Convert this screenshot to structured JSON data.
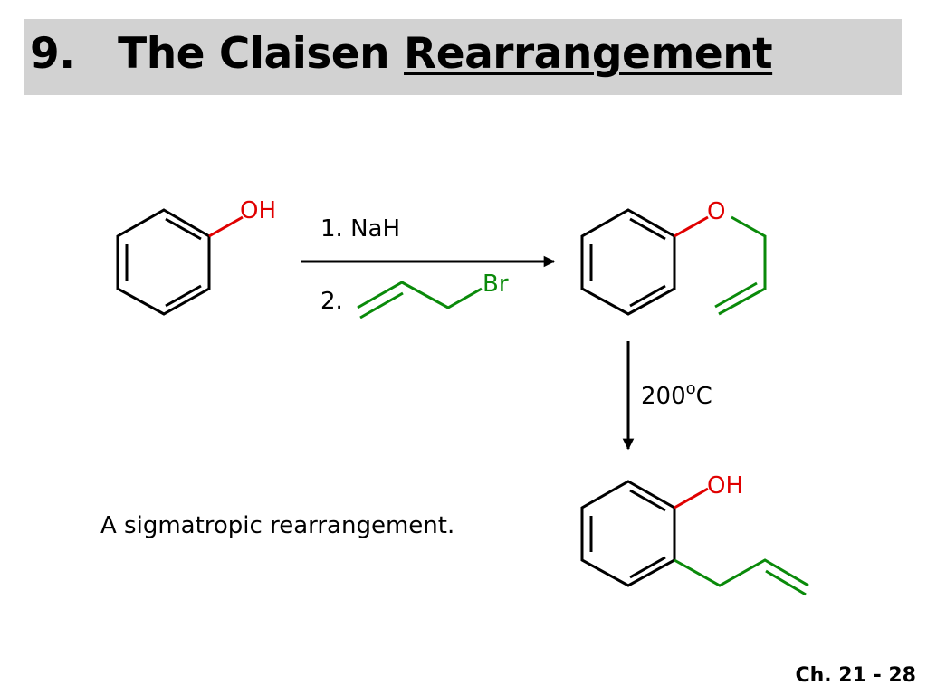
{
  "title": {
    "prefix": "9.   The Claisen ",
    "emphasis": "Rearrangement"
  },
  "reagents": {
    "step1": "1. NaH",
    "step2": "2."
  },
  "atoms": {
    "hydroxyl": "OH",
    "ether_oxygen": "O",
    "bromine": "Br"
  },
  "conditions": {
    "temperature_value": "200",
    "degree_mark": "o",
    "unit": "C"
  },
  "caption": "A sigmatropic rearrangement.",
  "slide_number": "Ch. 21 - 28",
  "colors": {
    "title_bar": "#d2d2d2",
    "bond": "#000000",
    "oxygen": "#e00000",
    "allyl": "#0a8a0a"
  }
}
